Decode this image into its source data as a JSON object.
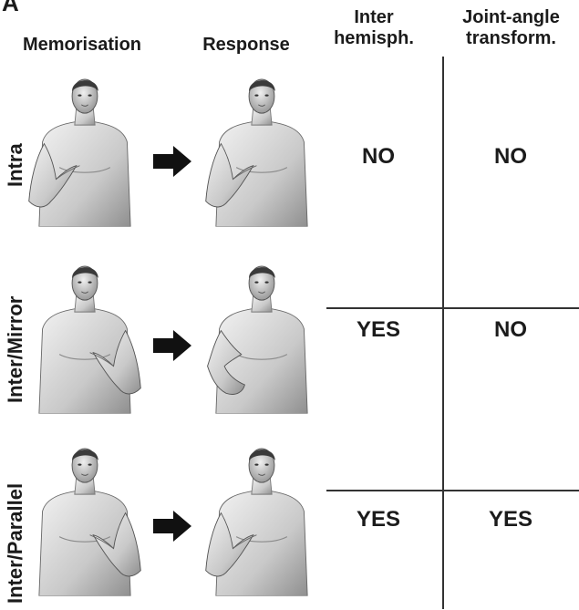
{
  "panel_letter": "A",
  "columns": {
    "memorisation": "Memorisation",
    "response": "Response",
    "inter_line1": "Inter",
    "inter_line2": "hemisph.",
    "joint_line1": "Joint-angle",
    "joint_line2": "transform."
  },
  "rows": [
    {
      "label": "Intra",
      "inter": "NO",
      "joint": "NO",
      "memo_hand": "left",
      "resp_hand": "left"
    },
    {
      "label": "Inter/Mirror",
      "inter": "YES",
      "joint": "NO",
      "memo_hand": "right",
      "resp_hand": "left-mirror"
    },
    {
      "label": "Inter/Parallel",
      "inter": "YES",
      "joint": "YES",
      "memo_hand": "right",
      "resp_hand": "left"
    }
  ],
  "icons": {
    "arrow": "right-arrow-icon",
    "figure": "human-torso-figure"
  }
}
